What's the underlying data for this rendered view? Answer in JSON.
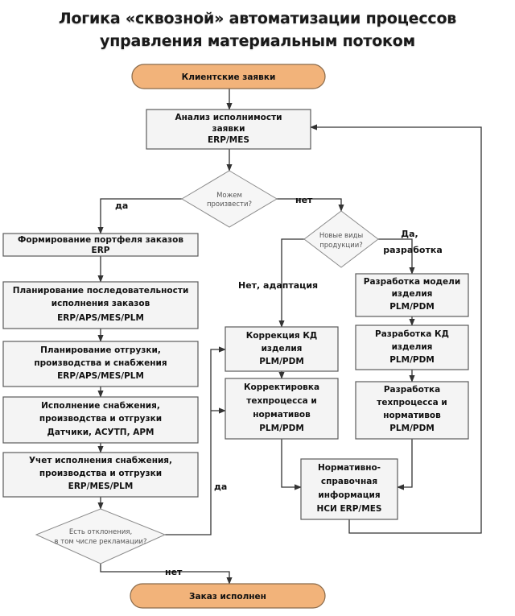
{
  "title": {
    "line1": "Логика «сквозной» автоматизации процессов",
    "line2": "управления материальным потоком"
  },
  "nodes": {
    "start": "Клиентские заявки",
    "analysis": [
      "Анализ исполнимости",
      "заявки",
      "ERP/MES"
    ],
    "decision_produce": [
      "Можем",
      "произвести?"
    ],
    "portfolio": [
      "Формирование портфеля заказов",
      "ERP"
    ],
    "sequence": [
      "Планирование последовательности",
      "исполнения заказов",
      "ERP/APS/MES/PLM"
    ],
    "shipping_plan": [
      "Планирование отгрузки,",
      "производства и снабжения",
      "ERP/APS/MES/PLM"
    ],
    "execution": [
      "Исполнение снабжения,",
      "производства и отгрузки",
      "Датчики, АСУТП, АРМ"
    ],
    "accounting": [
      "Учет исполнения снабжения,",
      "производства и отгрузки",
      "ERP/MES/PLM"
    ],
    "decision_deviation": [
      "Есть отклонения,",
      "в том числе рекламации?"
    ],
    "end": "Заказ исполнен",
    "decision_new_product": [
      "Новые виды",
      "продукции?"
    ],
    "kd_correction": [
      "Коррекция КД",
      "изделия",
      "PLM/PDM"
    ],
    "tech_correction": [
      "Корректировка",
      "техпроцесса и",
      "нормативов",
      "PLM/PDM"
    ],
    "model_dev": [
      "Разработка модели",
      "изделия",
      "PLM/PDM"
    ],
    "kd_dev": [
      "Разработка КД",
      "изделия",
      "PLM/PDM"
    ],
    "tech_dev": [
      "Разработка",
      "техпроцесса и",
      "нормативов",
      "PLM/PDM"
    ],
    "reference": [
      "Нормативно-",
      "справочная",
      "информация",
      "НСИ ERP/MES"
    ]
  },
  "labels": {
    "yes_produce": "да",
    "no_produce": "нет",
    "no_adaptation": "Нет, адаптация",
    "yes_development": [
      "Да,",
      "разработка"
    ],
    "yes_deviation": "да",
    "no_deviation": "нет"
  },
  "colors": {
    "terminal": "#f2b37a",
    "process": "#f4f4f4",
    "decision": "#f6f6f6"
  }
}
